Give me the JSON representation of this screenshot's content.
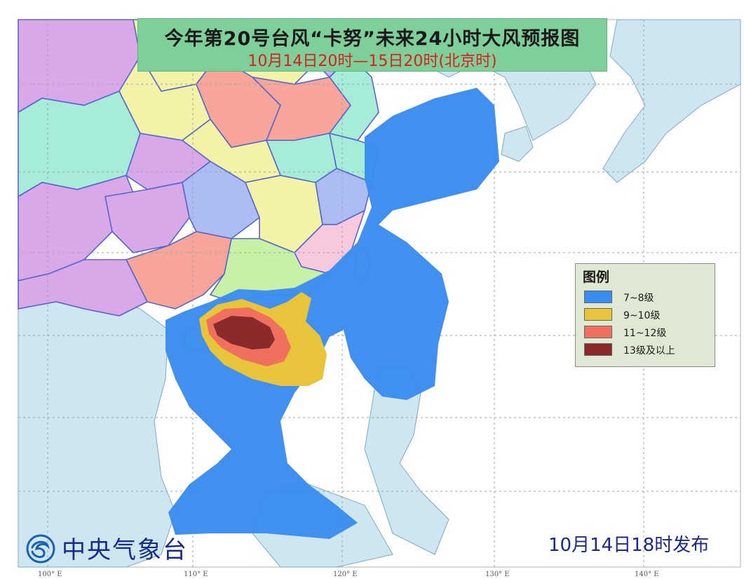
{
  "title": {
    "main": "今年第20号台风“卡努”未来24小时大风预报图",
    "period": "10月14日20时—15日20时(北京时)"
  },
  "legend": {
    "title": "图例",
    "items": [
      {
        "label": "7~8级",
        "color": "#3b8cf0"
      },
      {
        "label": "9~10级",
        "color": "#e8c43a"
      },
      {
        "label": "11~12级",
        "color": "#f07060"
      },
      {
        "label": "13级及以上",
        "color": "#8b2a2a"
      }
    ]
  },
  "issue_time": "10月14日18时发布",
  "agency": {
    "name": "中央气象台",
    "icon": "cma-logo-icon"
  },
  "longitude_labels": [
    "100° E",
    "110° E",
    "120° E",
    "130° E",
    "140° E"
  ],
  "colors": {
    "sea": "#ffffff",
    "land_neighbor": "#cde6f0",
    "grid": "#9aa3a8",
    "border": "#5566cc",
    "gale_7_8": "#3b8cf0",
    "gale_9_10": "#e8c43a",
    "gale_11_12": "#f07060",
    "gale_13_plus": "#8b2a2a"
  }
}
